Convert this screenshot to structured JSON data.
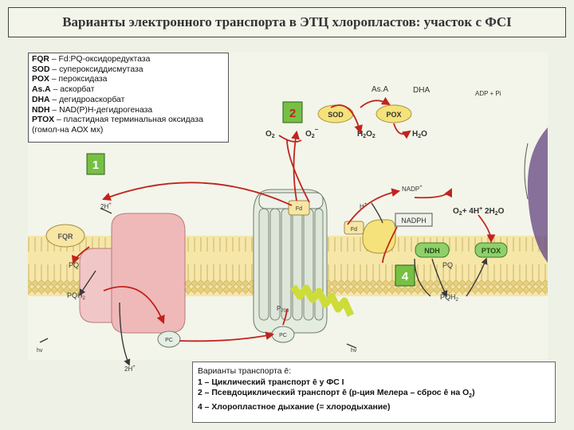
{
  "title": "Варианты электронного транспорта в ЭТЦ хлоропластов: участок с ФСI",
  "legend": [
    {
      "abbr": "FQR",
      "desc": " – Fd:PQ-оксидоредуктаза"
    },
    {
      "abbr": "SOD",
      "desc": " – супероксиддисмутаза"
    },
    {
      "abbr": "POX",
      "desc": " – пероксидаза"
    },
    {
      "abbr": "As.A",
      "desc": " – аскорбат"
    },
    {
      "abbr": "DHA",
      "desc": " – дегидроаскорбат"
    },
    {
      "abbr": "NDH",
      "desc": " – NAD(P)H-дегидрогеназа"
    },
    {
      "abbr": "PTOX",
      "desc": " – пластидная терминальная оксидаза (гомол-на АОХ мх)"
    }
  ],
  "variants": {
    "heading": "Варианты транспорта ē:",
    "items": [
      "1 – Циклический транспорт ē у ФС I",
      "2 – Псевдоциклический транспорт ē (р-ция Мелера – сброс ē на O",
      "4 – Хлоропластное дыхание (= хлородыхание)"
    ],
    "item2_sub": "2",
    "item2_end": ")"
  },
  "diagram": {
    "markers": [
      "1",
      "2",
      "4"
    ],
    "labels": {
      "sod": "SOD",
      "pox": "POX",
      "asa": "As.A",
      "dha": "DHA",
      "adp": "ADP + Pi",
      "o2": "O",
      "o2_sub": "2",
      "o2_radical": "O",
      "o2_radical_sub": "2",
      "o2_radical_sup": "–",
      "h2o2": "H",
      "h2o": "H",
      "fqr": "FQR",
      "pq_left": "PQ",
      "pqh2_left": "PQH",
      "pqh2_sub": "2",
      "h2_left": "2H",
      "h_plus": "+",
      "fd_top": "Fd",
      "fd_lower": "Fd",
      "h_right": "H",
      "nadp": "NADP",
      "nadph": "NADPH",
      "ndh": "NDH",
      "ptox": "PTOX",
      "pq_right": "PQ",
      "pqh2_right": "PQH",
      "o2_4h": "O",
      "plus4h": "+ 4H",
      "h2o_right": "2H",
      "h2o_right_o": "O",
      "p700": "P",
      "p700_sub": "700",
      "pc_left": "PC",
      "pc_center": "PC",
      "hv_left": "hv",
      "hv_center": "hv",
      "h2_bottom": "2H"
    }
  },
  "colors": {
    "background": "#eef1e6",
    "membrane": "#f3df9a",
    "arrow_red": "#c0241d",
    "arrow_dark": "#3a3a3a",
    "complex_pink": "#efb9b9",
    "complex_yellow": "#f5e27a",
    "green_box": "#76c043"
  }
}
